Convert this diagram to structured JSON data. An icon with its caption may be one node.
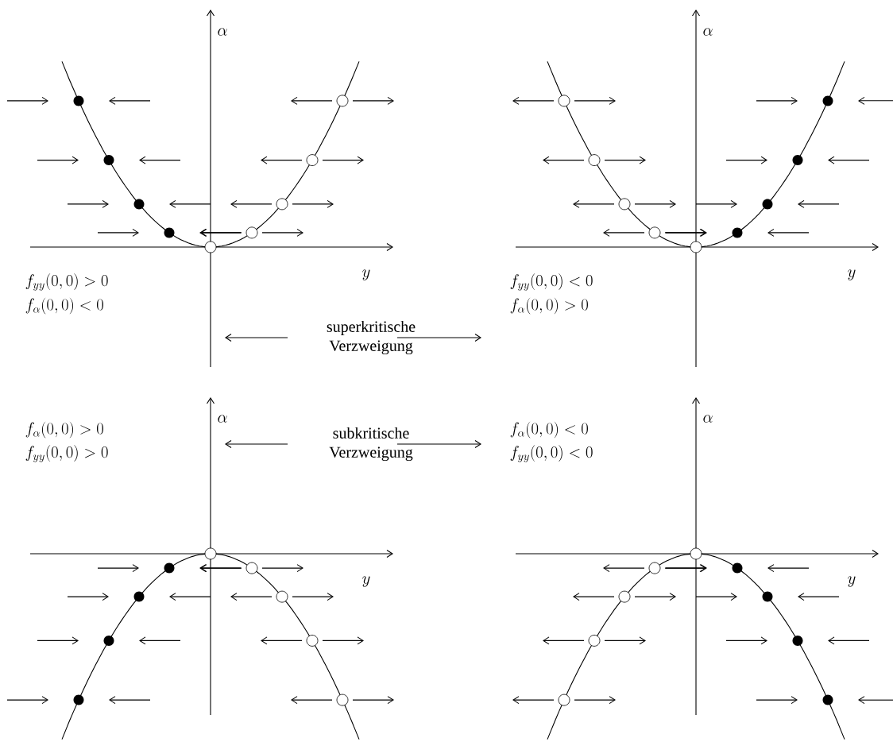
{
  "diagram": {
    "labels": [
      "\\alpha",
      "y",
      "f_{yy}(0,0) > 0",
      "f_\\alpha(0,0) < 0",
      "superkritische Verzweigung",
      "\\alpha",
      "y",
      "f_{yy}(0,0) < 0",
      "f_\\alpha(0,0) > 0",
      "f_\\alpha(0,0) > 0",
      "f_{yy}(0,0) > 0",
      "\\alpha",
      "y",
      "subkritische Verzweigung",
      "f_\\alpha(0,0) < 0",
      "f_{yy}(0,0) < 0",
      "\\alpha",
      "y"
    ]
  }
}
